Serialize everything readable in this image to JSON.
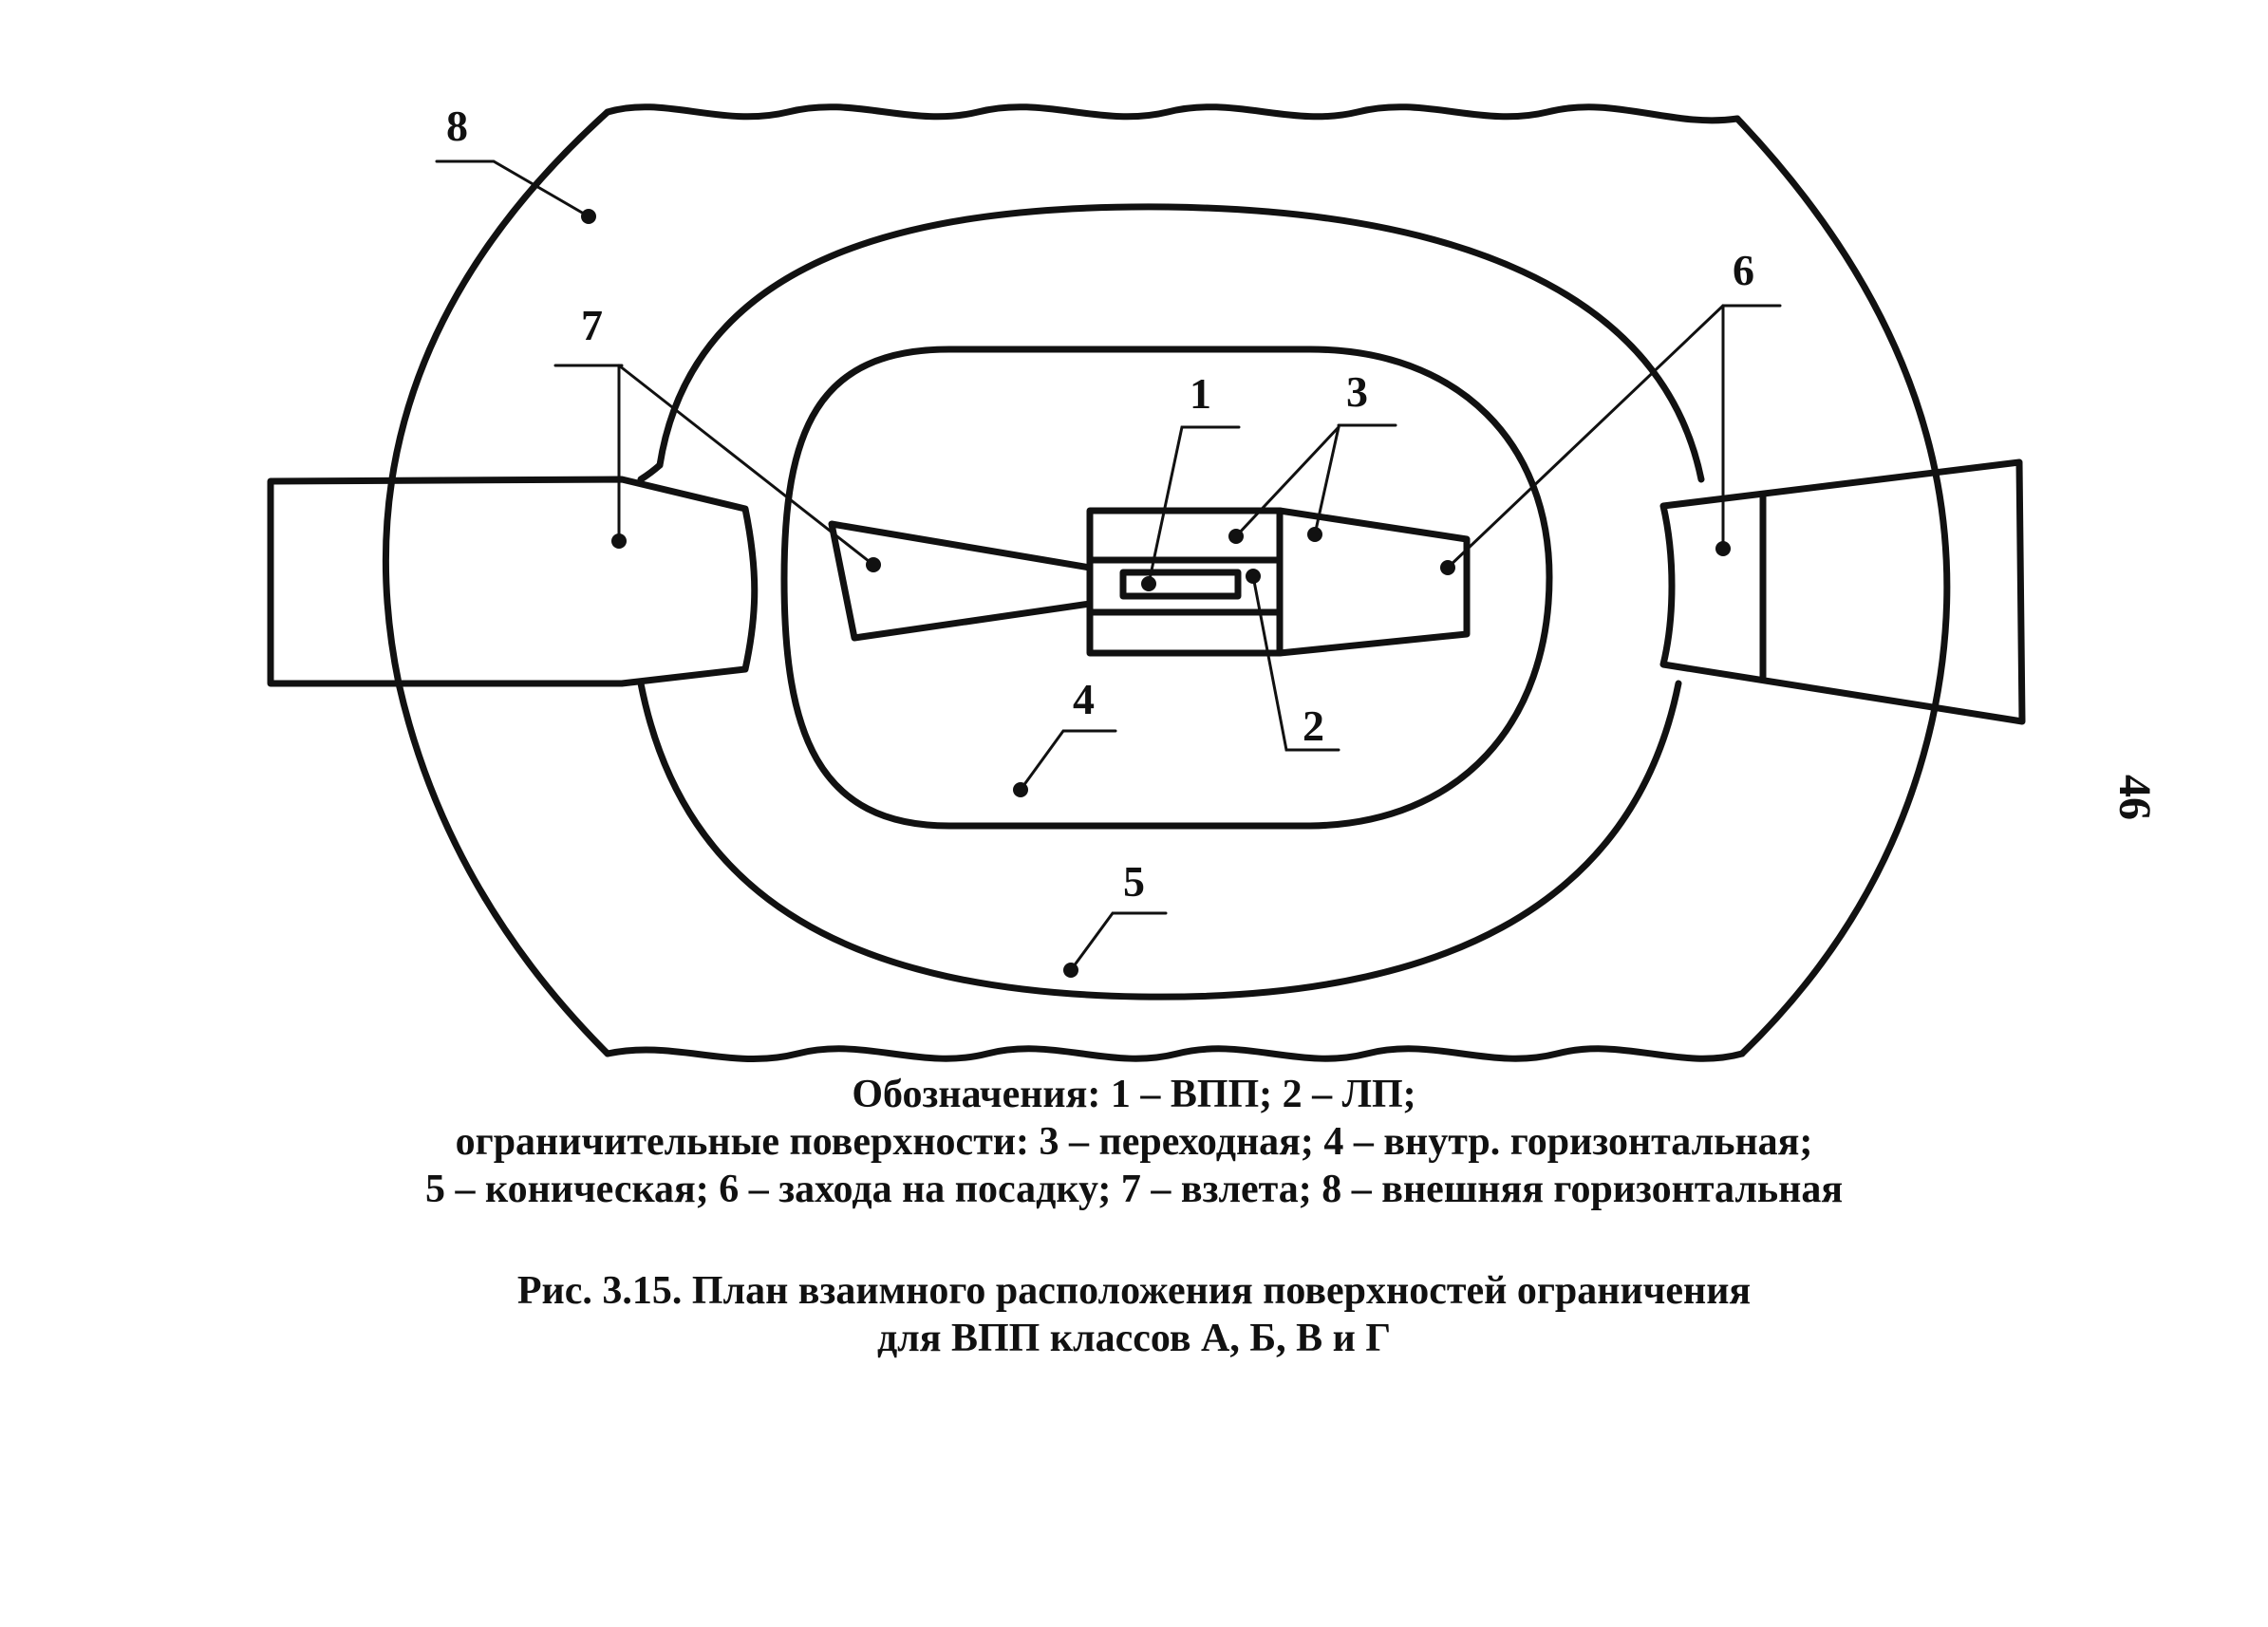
{
  "diagram": {
    "labels": {
      "l1": "1",
      "l2": "2",
      "l3": "3",
      "l4": "4",
      "l5": "5",
      "l6": "6",
      "l7": "7",
      "l8": "8"
    }
  },
  "legend": {
    "line1": "Обозначения:   1 – ВПП;  2 – ЛП;",
    "line2": "ограничительные  поверхности:  3 – переходная;  4 – внутр. горизонтальная;",
    "line3": "5 – коническая;  6 – захода на посадку;   7 – взлета; 8 – внешняя горизонтальная"
  },
  "caption": {
    "line1": "Рис.  3.15.   План взаимного расположения поверхностей ограничения",
    "line2": "для ВПП  классов А, Б, В и  Г"
  },
  "page_number": "46"
}
